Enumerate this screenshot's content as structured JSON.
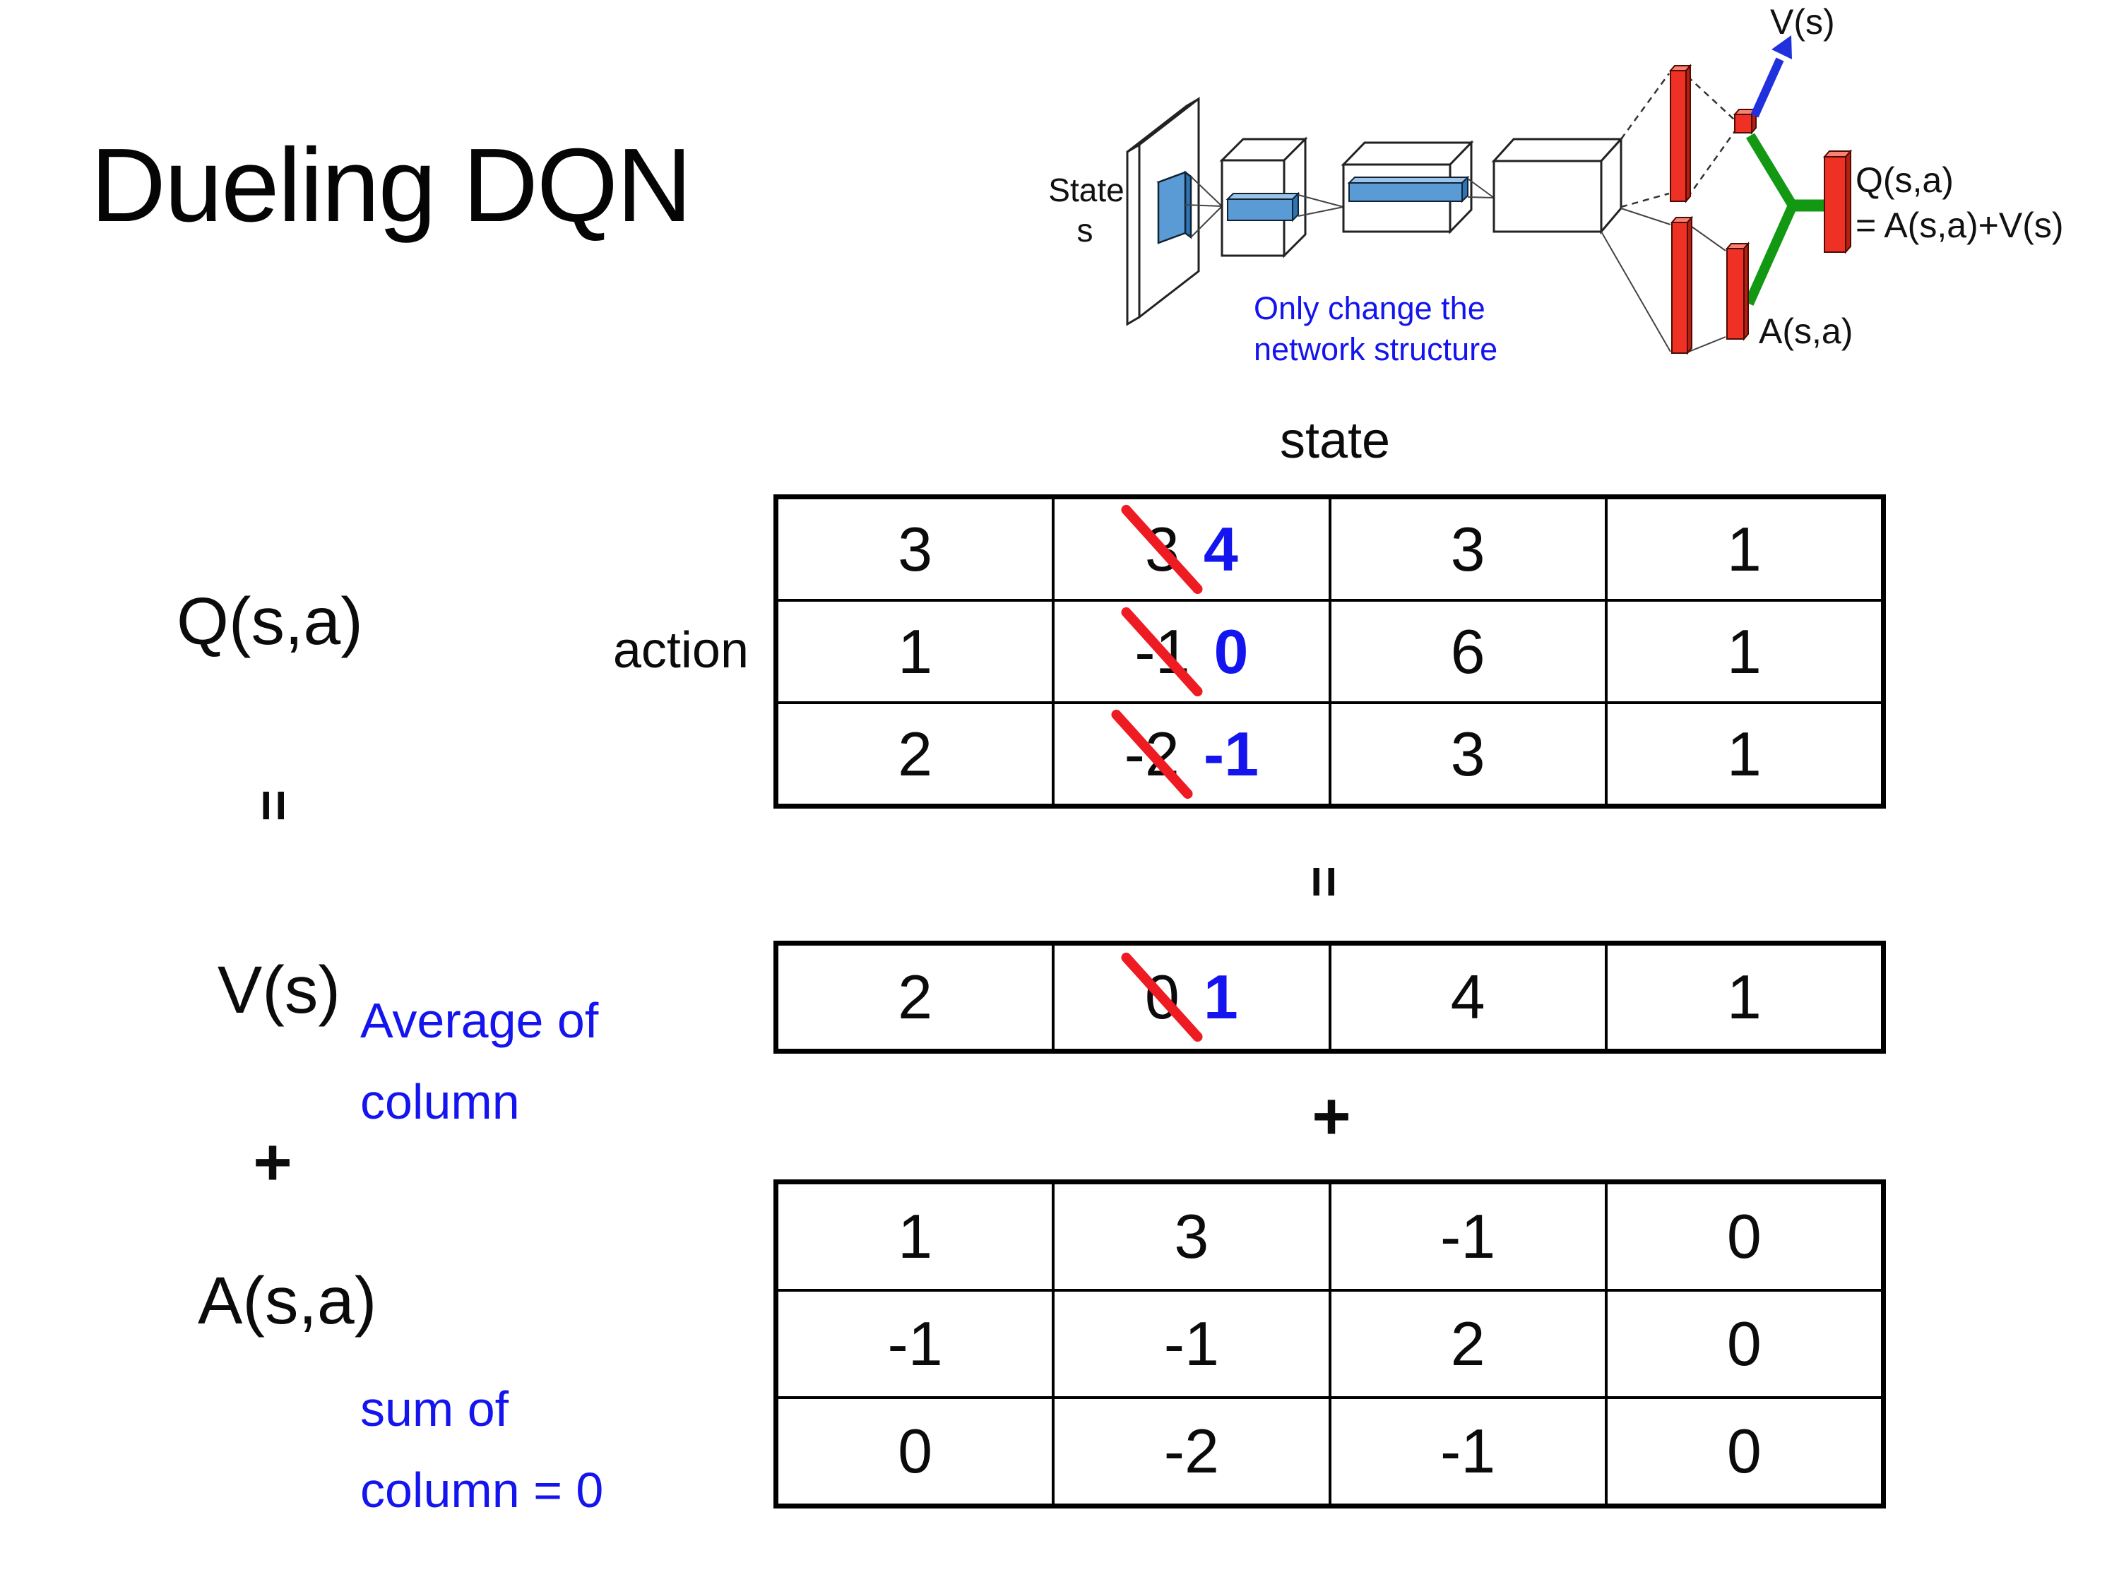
{
  "title": "Dueling DQN",
  "diagram": {
    "state_line1": "State",
    "state_line2": "s",
    "note_line1": "Only change the",
    "note_line2": "network structure",
    "v_out": "V(s)",
    "q_out": "Q(s,a)",
    "q_formula": "= A(s,a)+V(s)",
    "a_out": "A(s,a)"
  },
  "matrix_labels": {
    "state": "state",
    "action": "action",
    "q": "Q(s,a)",
    "equals": "=",
    "v": "V(s)",
    "plus": "+",
    "a": "A(s,a)",
    "equals_mid": "=",
    "plus_mid": "+",
    "avg_line1": "Average of",
    "avg_line2": "column",
    "sum_line1": "sum of",
    "sum_line2": "column = 0"
  },
  "q_table": {
    "rows": [
      {
        "c0": "3",
        "c1_old": "3",
        "c1_new": "4",
        "c2": "3",
        "c3": "1"
      },
      {
        "c0": "1",
        "c1_old": "-1",
        "c1_new": "0",
        "c2": "6",
        "c3": "1"
      },
      {
        "c0": "2",
        "c1_old": "-2",
        "c1_new": "-1",
        "c2": "3",
        "c3": "1"
      }
    ]
  },
  "v_table": {
    "rows": [
      {
        "c0": "2",
        "c1_old": "0",
        "c1_new": "1",
        "c2": "4",
        "c3": "1"
      }
    ]
  },
  "a_table": {
    "rows": [
      {
        "c0": "1",
        "c1": "3",
        "c2": "-1",
        "c3": "0"
      },
      {
        "c0": "-1",
        "c1": "-1",
        "c2": "2",
        "c3": "0"
      },
      {
        "c0": "0",
        "c1": "-2",
        "c2": "-1",
        "c3": "0"
      }
    ]
  },
  "colors": {
    "accent_blue": "#1414ee",
    "strike_red": "#ee1b22",
    "bar_red": "#ee3124",
    "conv_blue": "#5b9bd5",
    "green": "#129812",
    "arrow_blue": "#2130dd"
  }
}
